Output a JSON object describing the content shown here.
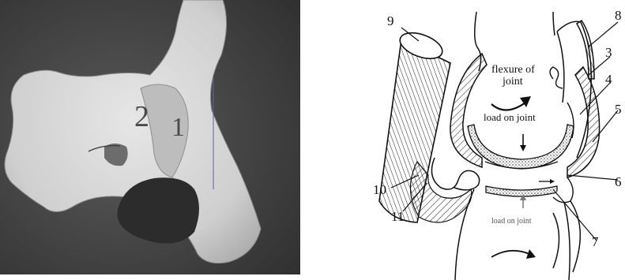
{
  "photo": {
    "labels": {
      "region_2": "2",
      "region_1": "1"
    }
  },
  "diagram": {
    "callouts": {
      "c9": "9",
      "c8": "8",
      "c3": "3",
      "c4": "4",
      "c5": "5",
      "c6": "6",
      "c7": "7",
      "c10": "10",
      "c11": "11"
    },
    "annotations": {
      "flexure_line1": "flexure of",
      "flexure_line2": "joint",
      "load_top": "load on joint",
      "load_bottom": "load on joint"
    }
  }
}
